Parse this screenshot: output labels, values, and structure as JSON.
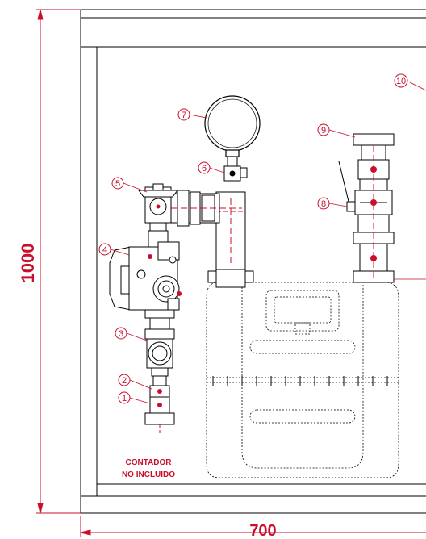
{
  "dimensions": {
    "height_label": "1000",
    "width_label": "700"
  },
  "note": {
    "line1": "CONTADOR",
    "line2": "NO INCLUIDO"
  },
  "callouts": [
    {
      "number": "1"
    },
    {
      "number": "2"
    },
    {
      "number": "3"
    },
    {
      "number": "4"
    },
    {
      "number": "5"
    },
    {
      "number": "6"
    },
    {
      "number": "7"
    },
    {
      "number": "8"
    },
    {
      "number": "9"
    },
    {
      "number": "10"
    }
  ],
  "colors": {
    "dimension": "#c8102e",
    "drawing": "#000000",
    "accent": "#c8102e"
  }
}
